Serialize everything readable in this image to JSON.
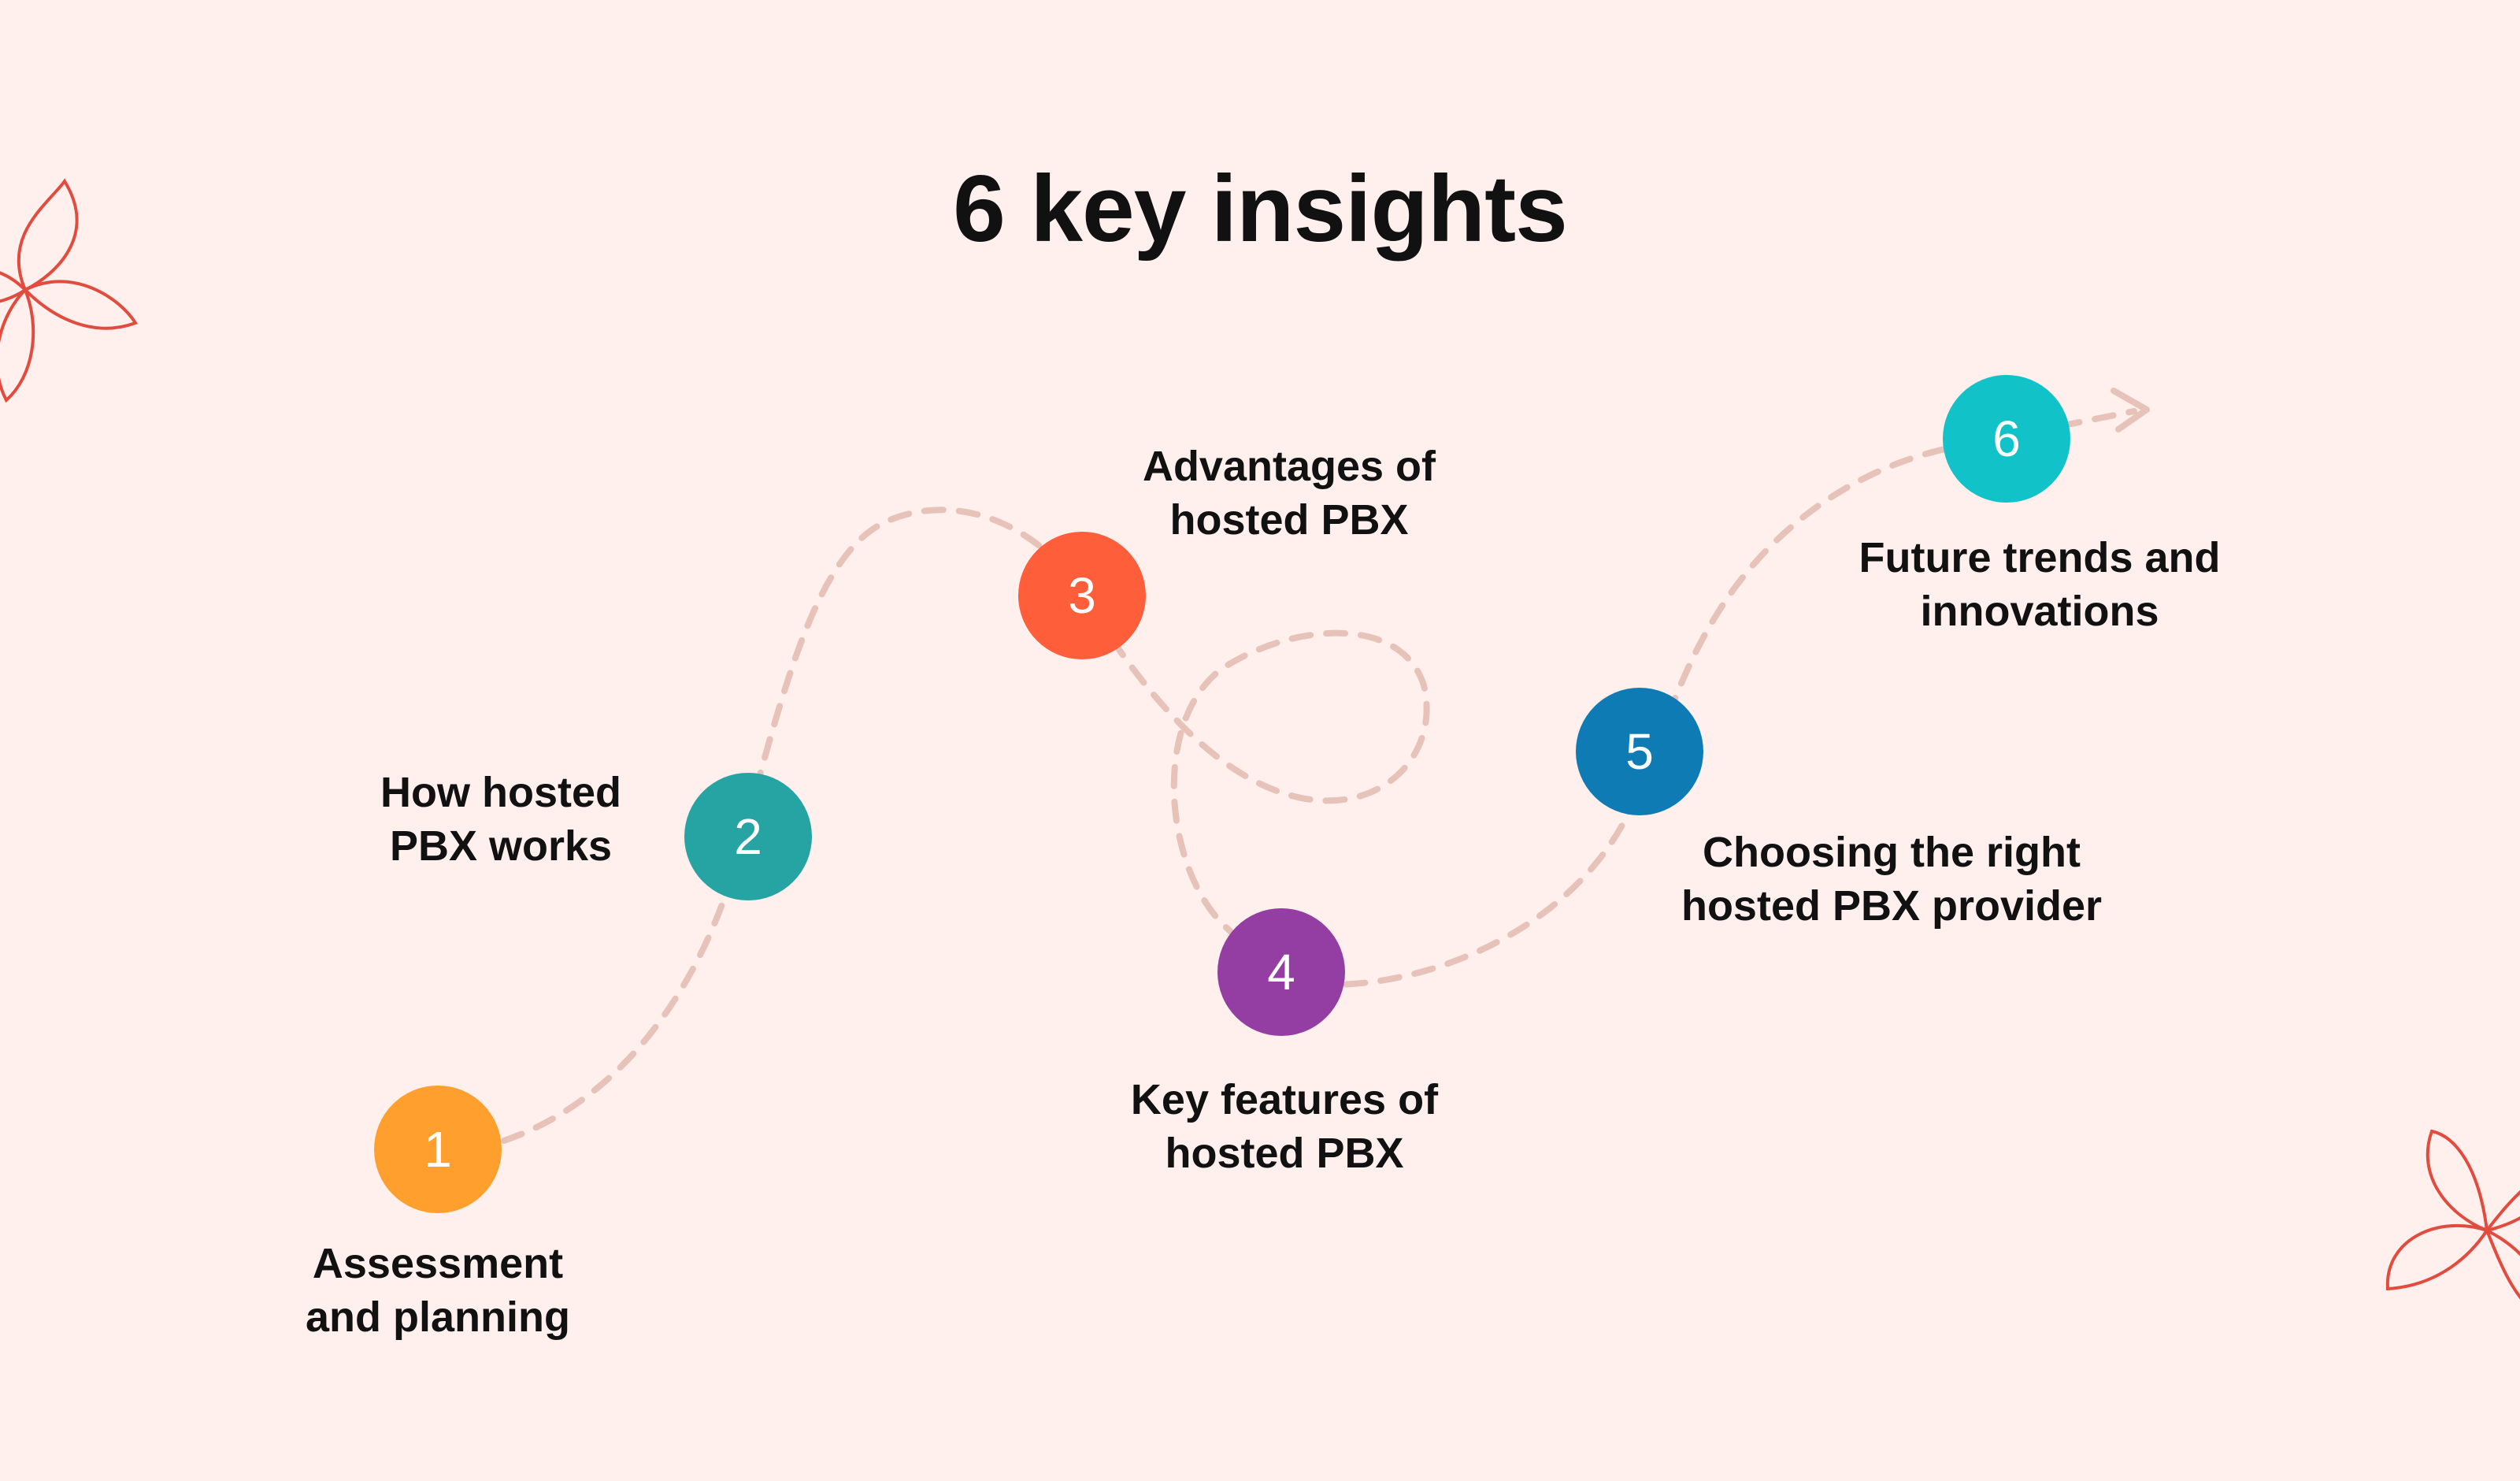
{
  "title": "6 key insights",
  "colors": {
    "background": "#fff0ed",
    "path": "#e6c2b8",
    "flower": "#e24c3f",
    "step1": "#ffa02e",
    "step2": "#26a3a3",
    "step3": "#ff5e3a",
    "step4": "#943da2",
    "step5": "#0f7bb5",
    "step6": "#11c2c9"
  },
  "steps": [
    {
      "number": "1",
      "label_lines": [
        "Assessment",
        "and planning"
      ]
    },
    {
      "number": "2",
      "label_lines": [
        "How hosted",
        "PBX works"
      ]
    },
    {
      "number": "3",
      "label_lines": [
        "Advantages of",
        "hosted PBX"
      ]
    },
    {
      "number": "4",
      "label_lines": [
        "Key features of",
        "hosted PBX"
      ]
    },
    {
      "number": "5",
      "label_lines": [
        "Choosing the right",
        "hosted PBX provider"
      ]
    },
    {
      "number": "6",
      "label_lines": [
        "Future trends and",
        "innovations"
      ]
    }
  ],
  "decorations": [
    "flower-outline-icon",
    "flower-outline-icon"
  ],
  "path_end": "arrow-right-icon"
}
